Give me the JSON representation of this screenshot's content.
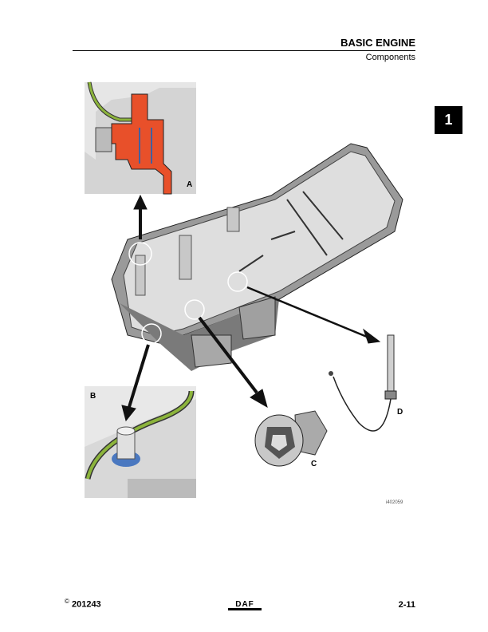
{
  "header": {
    "title": "BASIC ENGINE",
    "subtitle": "Components"
  },
  "chapter_tab": "1",
  "figure": {
    "callouts": {
      "a": "A",
      "b": "B",
      "c": "C",
      "d": "D"
    },
    "figure_id": "i402059"
  },
  "footer": {
    "copyright_symbol": "©",
    "code": "201243",
    "logo": "DAF",
    "page_number": "2-11"
  },
  "colors": {
    "accent_red": "#e8502a",
    "gasket_green": "#8cb43c",
    "pan_gray": "#b8b8b8"
  }
}
